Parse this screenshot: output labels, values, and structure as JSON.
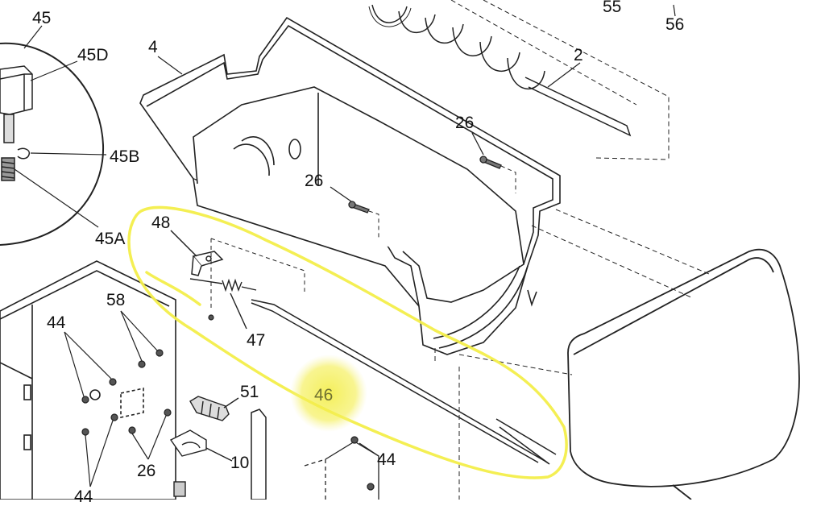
{
  "diagram": {
    "callouts": {
      "c45": "45",
      "c45d": "45D",
      "c45b": "45B",
      "c45a": "45A",
      "c4": "4",
      "c55": "55",
      "c56": "56",
      "c2": "2",
      "c26a": "26",
      "c26b": "26",
      "c26c": "26",
      "c48": "48",
      "c47": "47",
      "c46": "46",
      "c58": "58",
      "c44a": "44",
      "c44b": "44",
      "c44c": "44",
      "c51": "51",
      "c10": "10"
    },
    "highlight_color": "#f3ee4a",
    "line_color": "#222222"
  }
}
